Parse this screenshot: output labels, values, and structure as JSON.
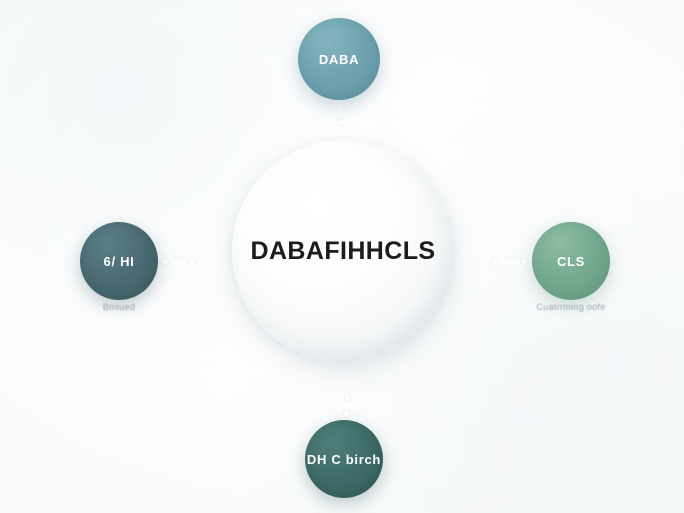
{
  "diagram": {
    "background_color": "#fbfcfc",
    "hub": {
      "label": "DABAFIHHCLS",
      "fill_color": "#f5f7f8",
      "text_color": "#1c1c1c"
    },
    "nodes": [
      {
        "id": "top",
        "label": "DABA",
        "color": "#6fa3b0",
        "position": "top",
        "caption": ""
      },
      {
        "id": "left",
        "label": "6/ HI",
        "color": "#4a6b73",
        "position": "left",
        "caption": "Bmiued"
      },
      {
        "id": "right",
        "label": "CLS",
        "color": "#74a98f",
        "position": "right",
        "caption": "Cuatrrming oofe"
      },
      {
        "id": "bottom",
        "label": "DH C birch",
        "color": "#3e6b68",
        "position": "bottom",
        "caption": ""
      }
    ],
    "connector_color": "#ffffff"
  }
}
